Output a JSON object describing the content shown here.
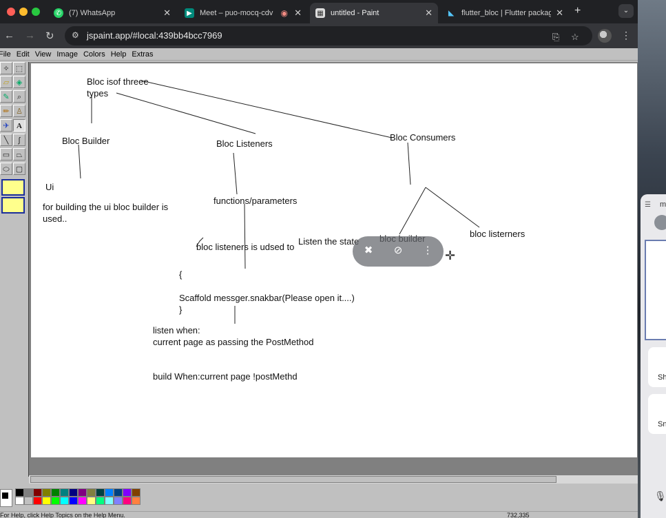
{
  "browser": {
    "tabs": [
      {
        "title": "(7) WhatsApp",
        "icon": "whatsapp-icon"
      },
      {
        "title": "Meet – puo-mocq-cdv",
        "icon": "meet-icon"
      },
      {
        "title": "untitled - Paint",
        "icon": "paint-icon"
      },
      {
        "title": "flutter_bloc | Flutter packag",
        "icon": "flutter-icon"
      }
    ],
    "url": "jspaint.app/#local:439bb4bcc7969"
  },
  "paint": {
    "menu": [
      "File",
      "Edit",
      "View",
      "Image",
      "Colors",
      "Help",
      "Extras"
    ],
    "status_help": "For Help, click Help Topics on the Help Menu.",
    "status_coords": "732,335",
    "palette": [
      "#000000",
      "#808080",
      "#800000",
      "#808000",
      "#008000",
      "#008080",
      "#000080",
      "#800080",
      "#808040",
      "#004040",
      "#0080ff",
      "#004080",
      "#8000ff",
      "#804000",
      "#ffffff",
      "#c0c0c0",
      "#ff0000",
      "#ffff00",
      "#00ff00",
      "#00ffff",
      "#0000ff",
      "#ff00ff",
      "#ffff80",
      "#00ff80",
      "#80ffff",
      "#8080ff",
      "#ff0080",
      "#ff8040"
    ]
  },
  "canvas_text": {
    "t1": "Bloc isof threee",
    "t2": "types",
    "builder": "Bloc Builder",
    "listeners": "Bloc Listeners",
    "consumers": "Bloc Consumers",
    "ui": "Ui",
    "building": "for building the ui bloc builder is",
    "used": "used..",
    "functions": "functions/parameters",
    "bl_used": "bloc listeners is udsed to",
    "listen_state": "Listen the state",
    "bloc_builder": "bloc builder",
    "bloc_listerners": "bloc listerners",
    "brace_open": "{",
    "scaffold": "Scaffold messger.snakbar(Please open it....)",
    "brace_close": "}",
    "listen_when": "listen when:",
    "current_post": "current page as passing the PostMethod",
    "build_when": "build When:current page !postMethd"
  },
  "side_panel": {
    "label": "m",
    "card1": "Sh",
    "card2": "Sn"
  }
}
